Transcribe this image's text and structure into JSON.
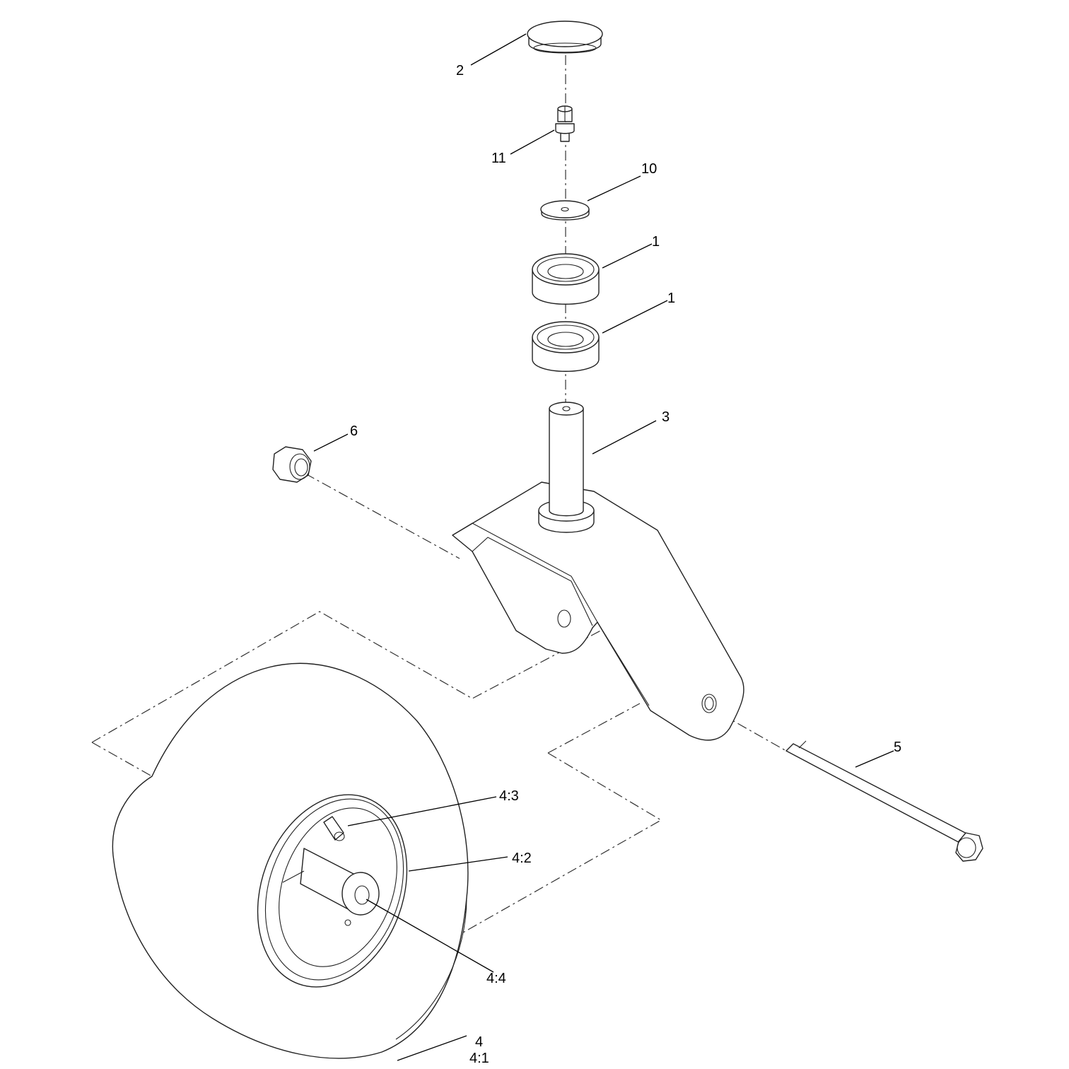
{
  "callouts": {
    "c2": "2",
    "c11": "11",
    "c10": "10",
    "c1a": "1",
    "c1b": "1",
    "c3": "3",
    "c6": "6",
    "c5": "5",
    "c4_3": "4:3",
    "c4_2": "4:2",
    "c4_4": "4:4",
    "c4": "4",
    "c4_1": "4:1"
  }
}
